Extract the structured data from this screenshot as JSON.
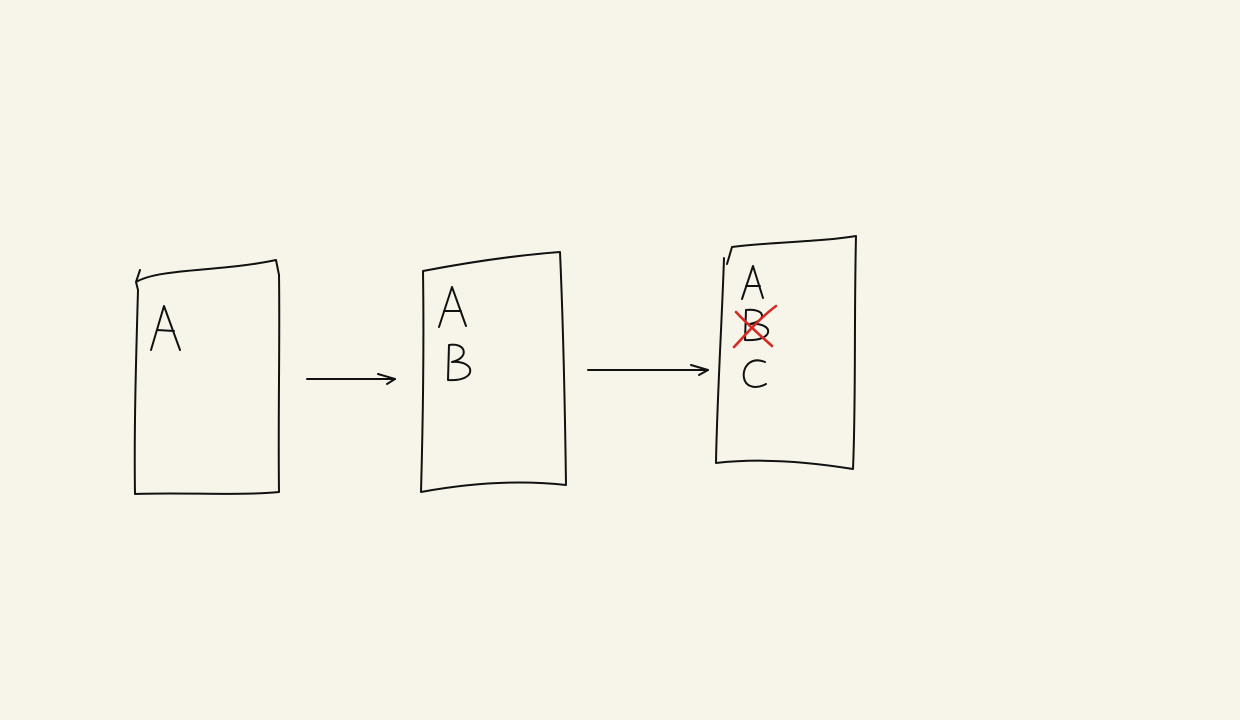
{
  "colors": {
    "background": "#f7f5ea",
    "ink": "#111111",
    "strike": "#d42a22"
  },
  "boxes": [
    {
      "letters": [
        "A"
      ]
    },
    {
      "letters": [
        "A",
        "B"
      ]
    },
    {
      "letters": [
        "A",
        "B",
        "C"
      ],
      "struck_out": "B"
    }
  ],
  "arrows": 2
}
